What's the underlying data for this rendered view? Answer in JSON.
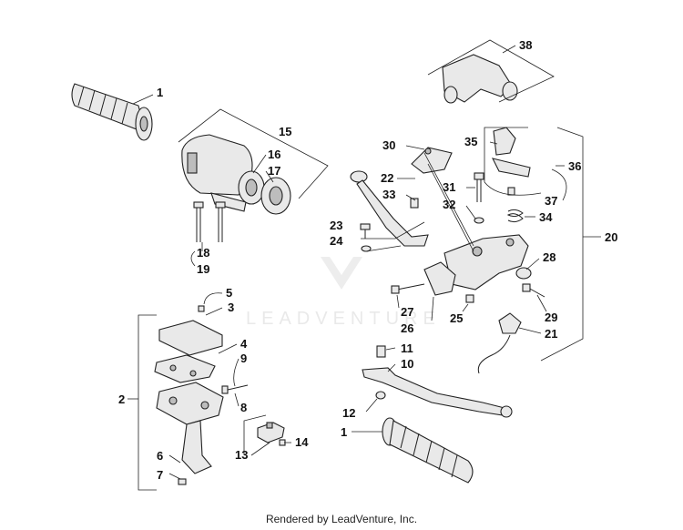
{
  "watermark": "LEADVENTURE",
  "footer": "Rendered by LeadVenture, Inc.",
  "callouts": [
    {
      "id": "1a",
      "text": "1"
    },
    {
      "id": "1b",
      "text": "1"
    },
    {
      "id": "2",
      "text": "2"
    },
    {
      "id": "3",
      "text": "3"
    },
    {
      "id": "4",
      "text": "4"
    },
    {
      "id": "5",
      "text": "5"
    },
    {
      "id": "6",
      "text": "6"
    },
    {
      "id": "7",
      "text": "7"
    },
    {
      "id": "8",
      "text": "8"
    },
    {
      "id": "9",
      "text": "9"
    },
    {
      "id": "10",
      "text": "10"
    },
    {
      "id": "11",
      "text": "11"
    },
    {
      "id": "12",
      "text": "12"
    },
    {
      "id": "13",
      "text": "13"
    },
    {
      "id": "14",
      "text": "14"
    },
    {
      "id": "15",
      "text": "15"
    },
    {
      "id": "16",
      "text": "16"
    },
    {
      "id": "17",
      "text": "17"
    },
    {
      "id": "18",
      "text": "18"
    },
    {
      "id": "19",
      "text": "19"
    },
    {
      "id": "20",
      "text": "20"
    },
    {
      "id": "21",
      "text": "21"
    },
    {
      "id": "22",
      "text": "22"
    },
    {
      "id": "23",
      "text": "23"
    },
    {
      "id": "24",
      "text": "24"
    },
    {
      "id": "25",
      "text": "25"
    },
    {
      "id": "26",
      "text": "26"
    },
    {
      "id": "27",
      "text": "27"
    },
    {
      "id": "28",
      "text": "28"
    },
    {
      "id": "29",
      "text": "29"
    },
    {
      "id": "30",
      "text": "30"
    },
    {
      "id": "31",
      "text": "31"
    },
    {
      "id": "32",
      "text": "32"
    },
    {
      "id": "33",
      "text": "33"
    },
    {
      "id": "34",
      "text": "34"
    },
    {
      "id": "35",
      "text": "35"
    },
    {
      "id": "36",
      "text": "36"
    },
    {
      "id": "37",
      "text": "37"
    },
    {
      "id": "38",
      "text": "38"
    }
  ]
}
